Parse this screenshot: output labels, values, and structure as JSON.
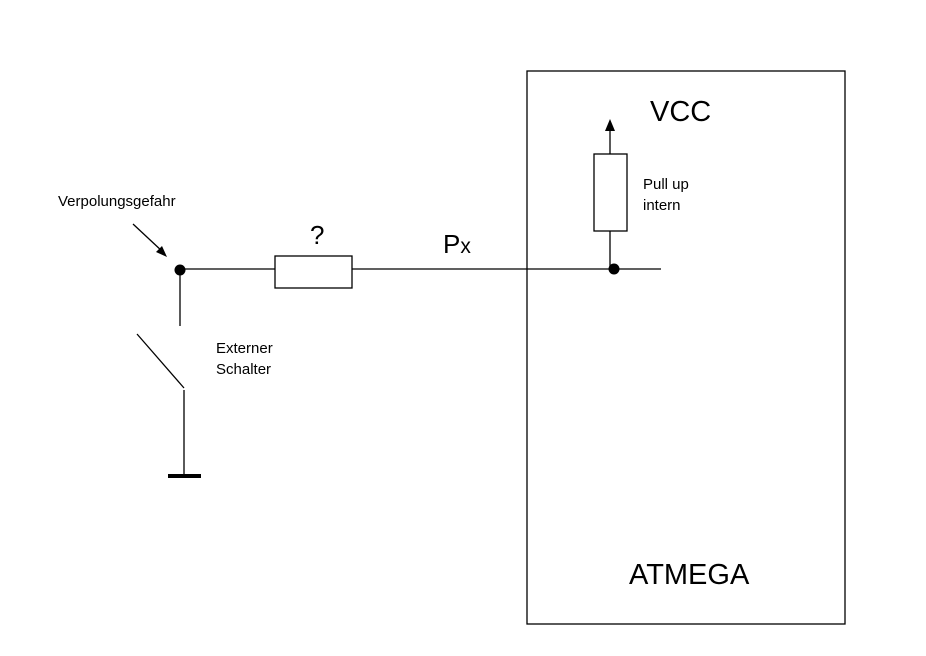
{
  "diagram": {
    "labels": {
      "warning": "Verpolungsgefahr",
      "resistor_unknown": "?",
      "port": "Px",
      "port_main": "P",
      "port_sub": "x",
      "supply": "VCC",
      "pullup_line1": "Pull up",
      "pullup_line2": "intern",
      "switch_line1": "Externer",
      "switch_line2": "Schalter",
      "chip": "ATMEGA"
    },
    "colors": {
      "line": "#000000",
      "background": "#ffffff"
    }
  }
}
